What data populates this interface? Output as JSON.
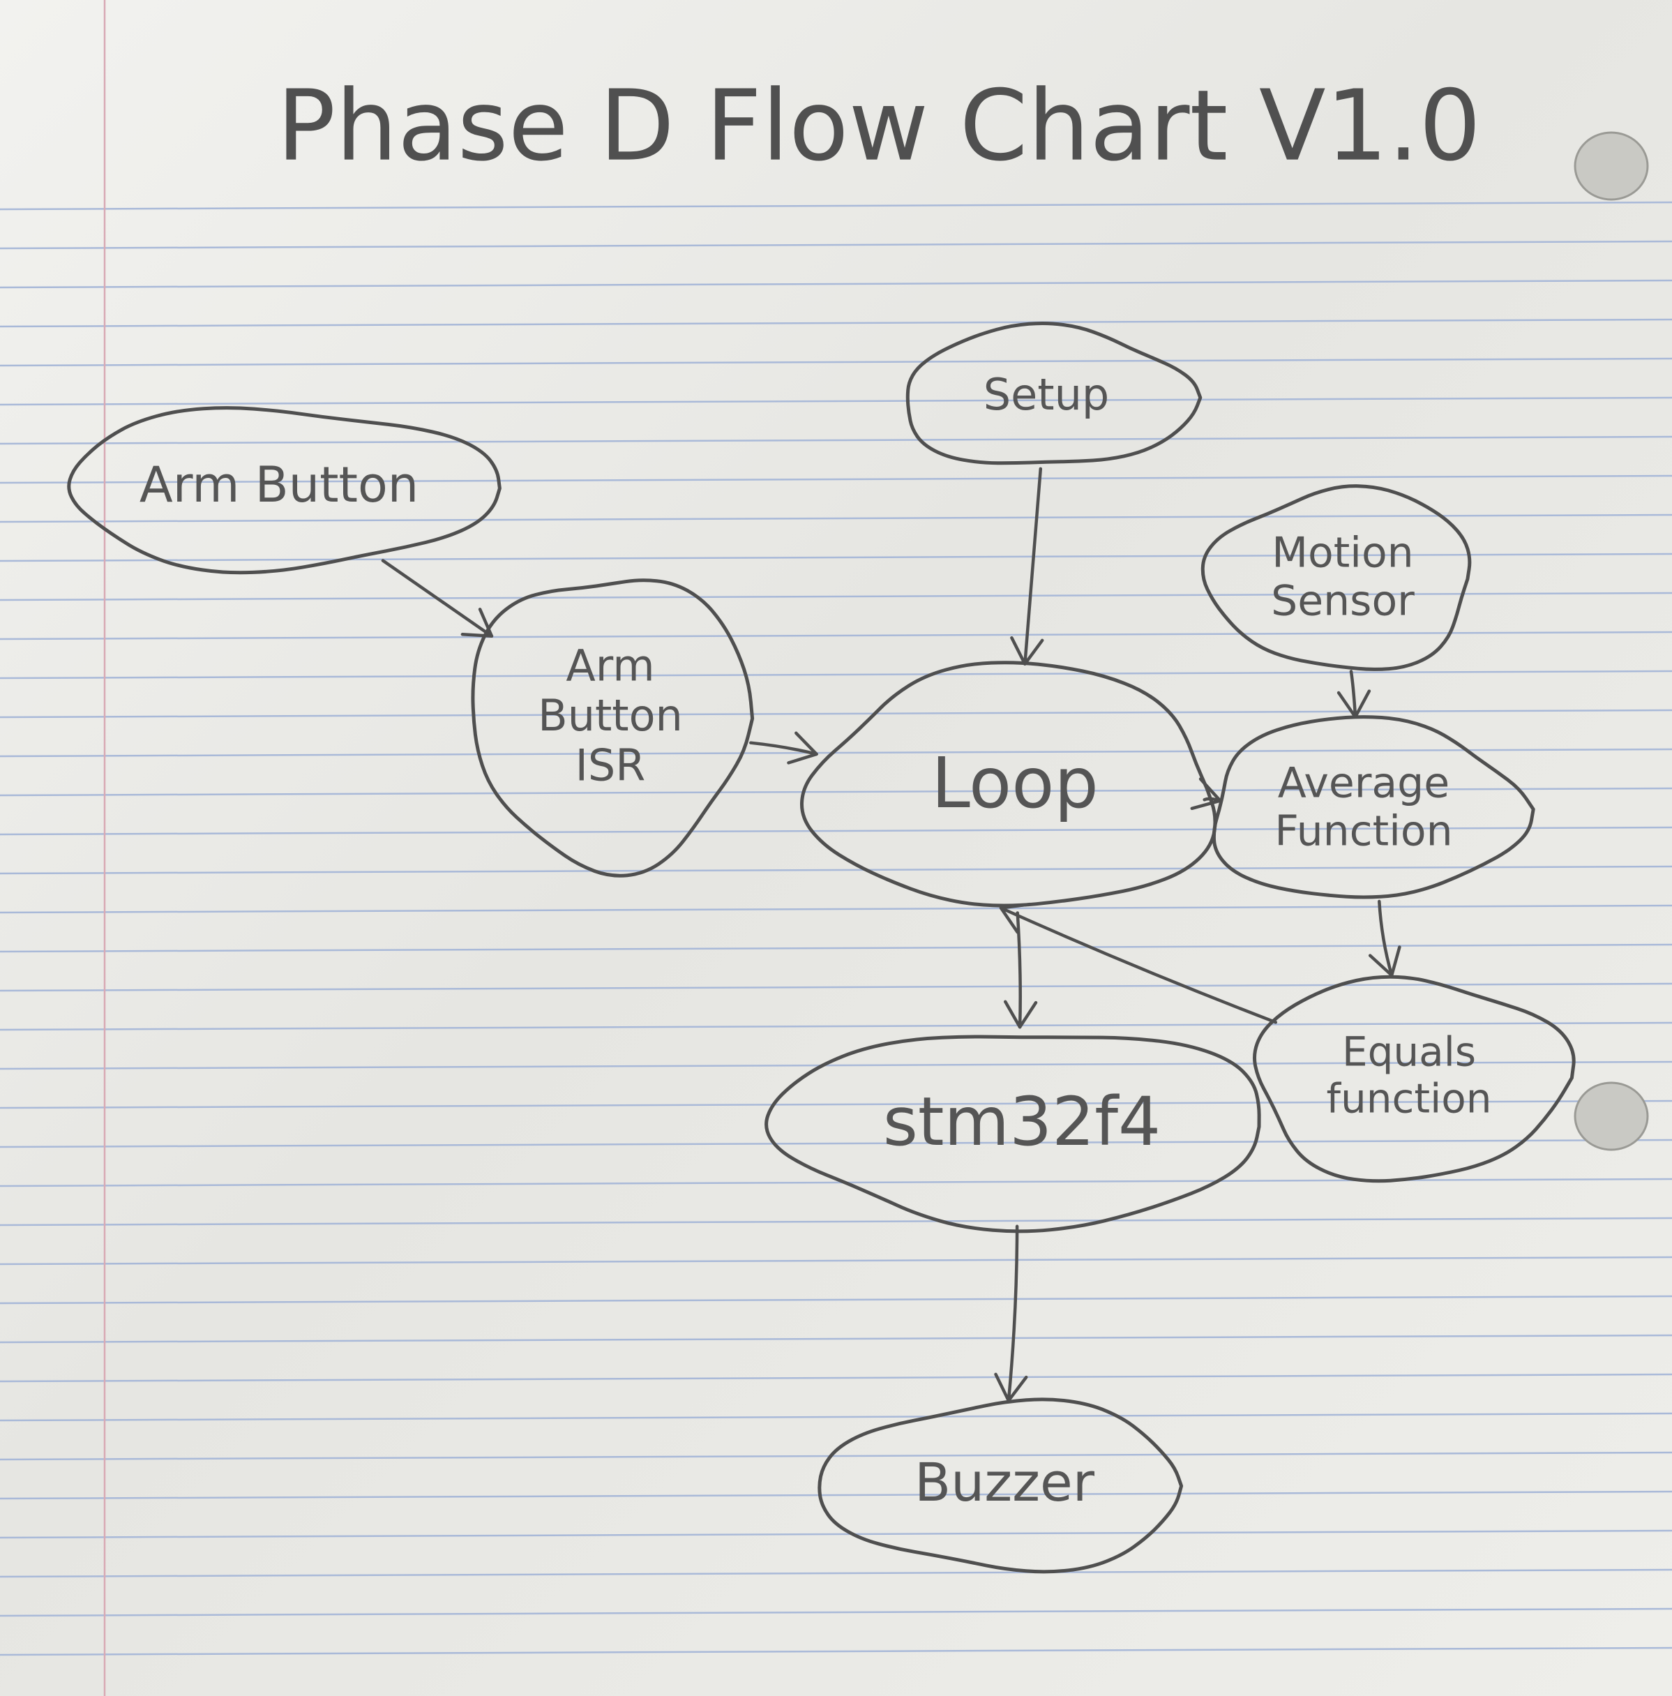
{
  "diagram": {
    "title": "Phase D Flow Chart V1.0",
    "nodes": [
      {
        "id": "setup",
        "label": "Setup"
      },
      {
        "id": "arm_button",
        "label": "Arm Button"
      },
      {
        "id": "arm_button_isr",
        "label": "Arm Button ISR"
      },
      {
        "id": "motion_sensor",
        "label": "Motion Sensor"
      },
      {
        "id": "loop",
        "label": "Loop"
      },
      {
        "id": "average_function",
        "label": "Average Function"
      },
      {
        "id": "equals_function",
        "label": "Equals function"
      },
      {
        "id": "stm32f4",
        "label": "stm32f4"
      },
      {
        "id": "buzzer",
        "label": "Buzzer"
      }
    ],
    "edges": [
      {
        "from": "setup",
        "to": "loop"
      },
      {
        "from": "arm_button",
        "to": "arm_button_isr"
      },
      {
        "from": "arm_button_isr",
        "to": "loop"
      },
      {
        "from": "motion_sensor",
        "to": "average_function"
      },
      {
        "from": "average_function",
        "to": "loop"
      },
      {
        "from": "average_function",
        "to": "equals_function"
      },
      {
        "from": "equals_function",
        "to": "loop"
      },
      {
        "from": "loop",
        "to": "stm32f4"
      },
      {
        "from": "stm32f4",
        "to": "buzzer"
      }
    ]
  }
}
